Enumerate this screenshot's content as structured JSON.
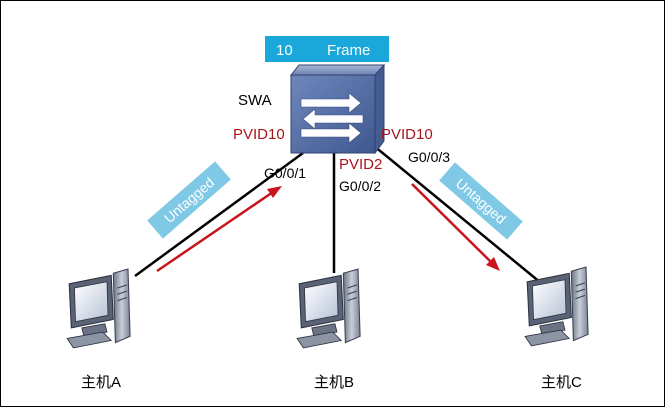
{
  "frame_banner": {
    "vlan": "10",
    "label": "Frame"
  },
  "switch": {
    "name": "SWA",
    "icon": "switch-icon"
  },
  "ports": {
    "g1": {
      "pvid": "PVID10",
      "name": "G0/0/1"
    },
    "g2": {
      "pvid": "PVID2",
      "name": "G0/0/2"
    },
    "g3": {
      "pvid": "PVID10",
      "name": "G0/0/3"
    }
  },
  "tags": {
    "left": "Untagged",
    "right": "Untagged"
  },
  "hosts": {
    "a": {
      "name": "主机A",
      "icon": "computer-icon"
    },
    "b": {
      "name": "主机B",
      "icon": "computer-icon"
    },
    "c": {
      "name": "主机C",
      "icon": "computer-icon"
    }
  },
  "colors": {
    "banner": "#1aa7d9",
    "tag": "#7fc9e6",
    "pvid": "#a8141c",
    "arrow": "#c8141c",
    "switch": "#5b74a8",
    "link": "#000000"
  }
}
